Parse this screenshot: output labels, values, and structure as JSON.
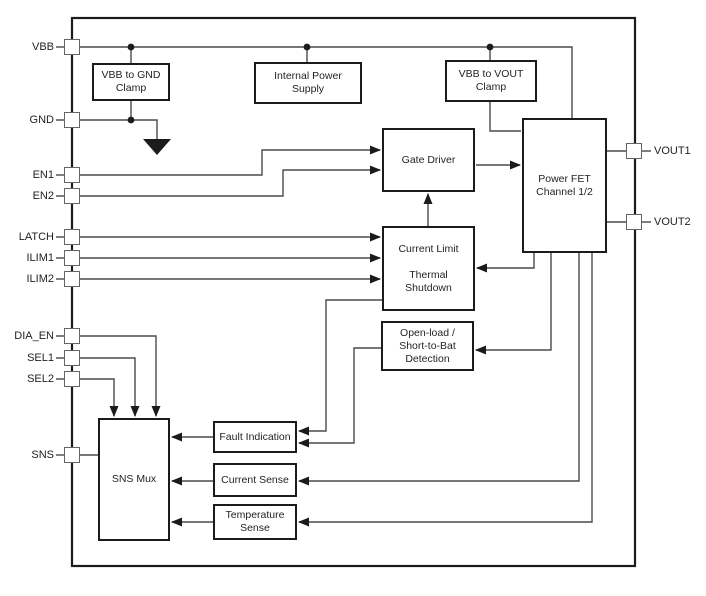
{
  "pins": {
    "vbb": "VBB",
    "gnd": "GND",
    "en1": "EN1",
    "en2": "EN2",
    "latch": "LATCH",
    "ilim1": "ILIM1",
    "ilim2": "ILIM2",
    "dia_en": "DIA_EN",
    "sel1": "SEL1",
    "sel2": "SEL2",
    "sns": "SNS",
    "vout1": "VOUT1",
    "vout2": "VOUT2"
  },
  "blocks": {
    "vbb_gnd_clamp": "VBB to GND\nClamp",
    "internal_power_supply": "Internal Power\nSupply",
    "vbb_vout_clamp": "VBB to VOUT\nClamp",
    "gate_driver": "Gate Driver",
    "power_fet": "Power FET\nChannel 1/2",
    "current_limit": "Current Limit\n\nThermal\nShutdown",
    "open_load": "Open-load /\nShort-to-Bat\nDetection",
    "sns_mux": "SNS Mux",
    "fault_indication": "Fault Indication",
    "current_sense": "Current Sense",
    "temperature_sense": "Temperature\nSense"
  },
  "colors": {
    "wire": "#4a4a4c",
    "border": "#1b1b1b",
    "pin_border": "#636569"
  }
}
